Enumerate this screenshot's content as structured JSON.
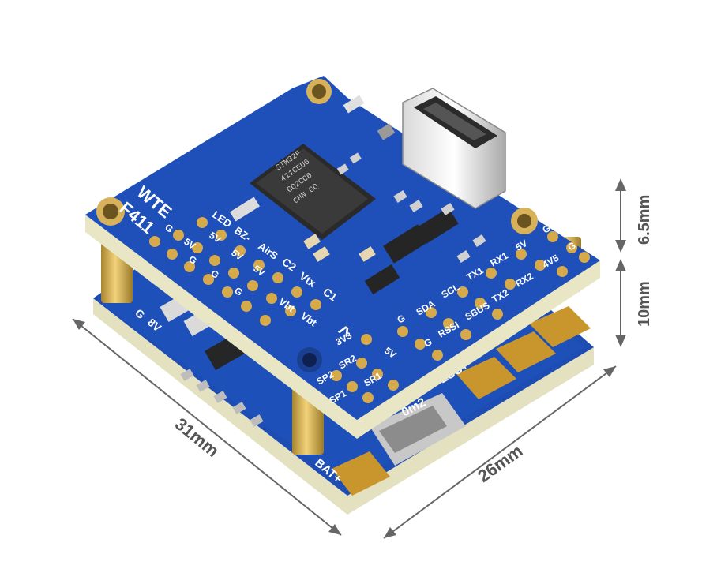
{
  "board_top": {
    "brand_label": "WTE",
    "model_label": "F411",
    "chip_brand": "STM32F",
    "chip_line1": "411CEU6",
    "chip_line2": "GQ2CC6",
    "chip_line3": "CHN GQ",
    "arrow_glyph": "^",
    "silk_labels": {
      "led": "LED",
      "bz": "BZ-",
      "airs": "AirS",
      "c2": "C2",
      "vtx": "Vtx",
      "c1": "C1",
      "vbt": "Vbt",
      "vbt2": "Vbt",
      "g_left": "G",
      "g_left2": "G",
      "g_left3": "G",
      "g_left4": "G",
      "v5_1": "5V",
      "v5_2": "5V",
      "v5_3": "5V",
      "v5_4": "5V",
      "v5_5": "5V",
      "v3v3": "3V3",
      "sr2": "SR2",
      "sr1": "SR1",
      "sp2": "SP2",
      "sp1": "SP1",
      "g_mid": "G",
      "sda": "SDA",
      "scl": "SCL",
      "g_mid2": "G",
      "rssi": "RSSI",
      "sbus": "SBUS",
      "tx1": "TX1",
      "rx1": "RX1",
      "v5_right": "5V",
      "g_right": "G",
      "tx2": "TX2",
      "rx2": "RX2",
      "v45": "4V5",
      "g_right2": "G"
    }
  },
  "board_bottom": {
    "bat_label": "BAT+",
    "esc_label": "ESC+",
    "shunt_label": "0m2",
    "pad_label": "8V",
    "pad_label2": "G"
  },
  "dimensions": {
    "width_label": "31mm",
    "depth_label": "26mm",
    "height_top_label": "6.5mm",
    "height_bottom_label": "10mm"
  },
  "colors": {
    "pcb_blue": "#1f4fb8",
    "pcb_blue_dark": "#16388a",
    "pcb_edge": "#e8e6c8",
    "gold": "#c9a24a",
    "brass": "#d8b25a",
    "dim_line": "#666666"
  }
}
